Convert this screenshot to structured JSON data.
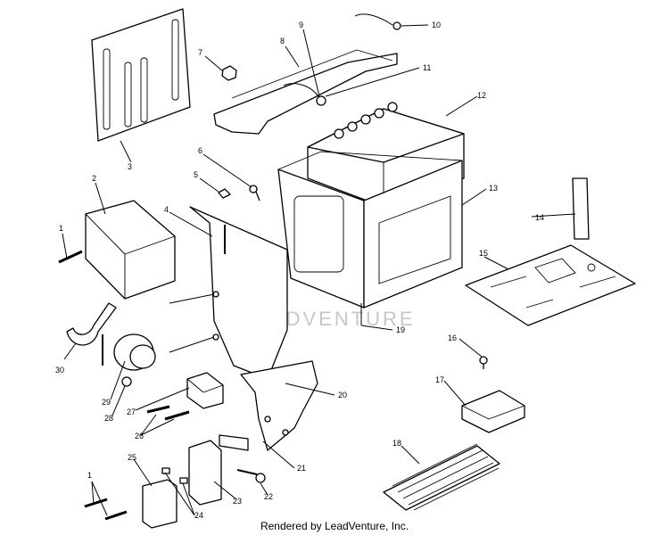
{
  "watermark": "LEADVENTURE",
  "footer": "Rendered by LeadVenture, Inc.",
  "callouts": [
    "1",
    "2",
    "3",
    "4",
    "5",
    "6",
    "7",
    "8",
    "9",
    "10",
    "11",
    "12",
    "13",
    "14",
    "15",
    "16",
    "17",
    "18",
    "19",
    "20",
    "21",
    "22",
    "23",
    "24",
    "25",
    "26",
    "27",
    "28",
    "29",
    "30",
    "1"
  ]
}
